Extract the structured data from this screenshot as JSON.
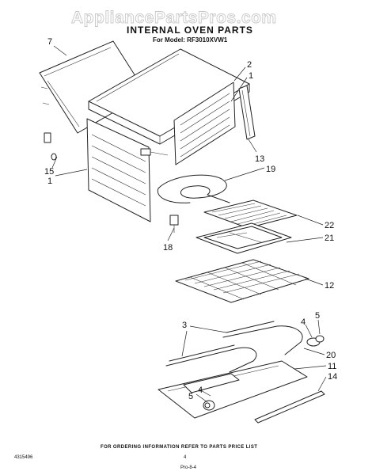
{
  "watermark": "AppliancePartsPros.com",
  "title": "INTERNAL OVEN PARTS",
  "model_line": "For Model: RF3010XVW1",
  "footer": {
    "ordering_note": "FOR ORDERING INFORMATION REFER TO PARTS PRICE LIST",
    "part_number": "4315496",
    "page_number": "4",
    "signature": "Pro-8-4"
  },
  "callouts": [
    "7",
    "2",
    "1",
    "13",
    "15",
    "1",
    "19",
    "18",
    "22",
    "21",
    "12",
    "3",
    "5",
    "4",
    "20",
    "11",
    "14",
    "5",
    "4"
  ]
}
